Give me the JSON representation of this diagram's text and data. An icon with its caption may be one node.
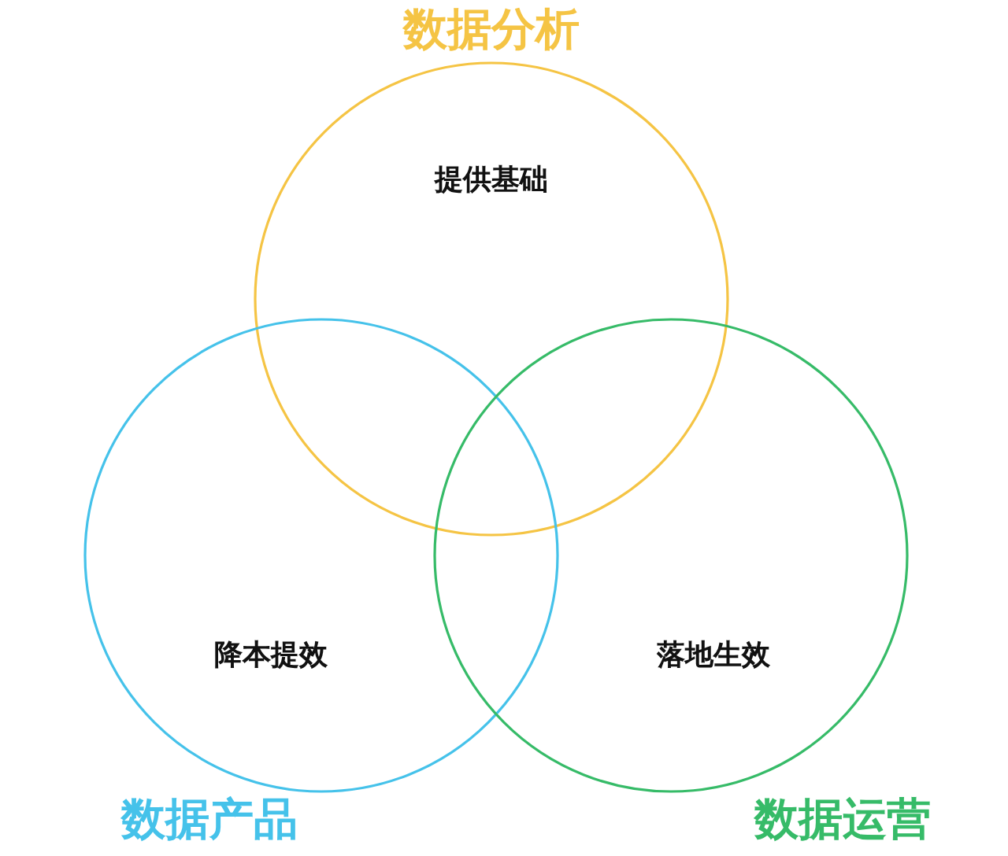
{
  "diagram": {
    "nodes": [
      {
        "text": [
          "数据分析",
          "提供基础"
        ]
      },
      {
        "text": [
          "降本提效",
          "数据产品"
        ]
      },
      {
        "text": [
          "落地生效",
          "数据运营"
        ]
      }
    ]
  }
}
